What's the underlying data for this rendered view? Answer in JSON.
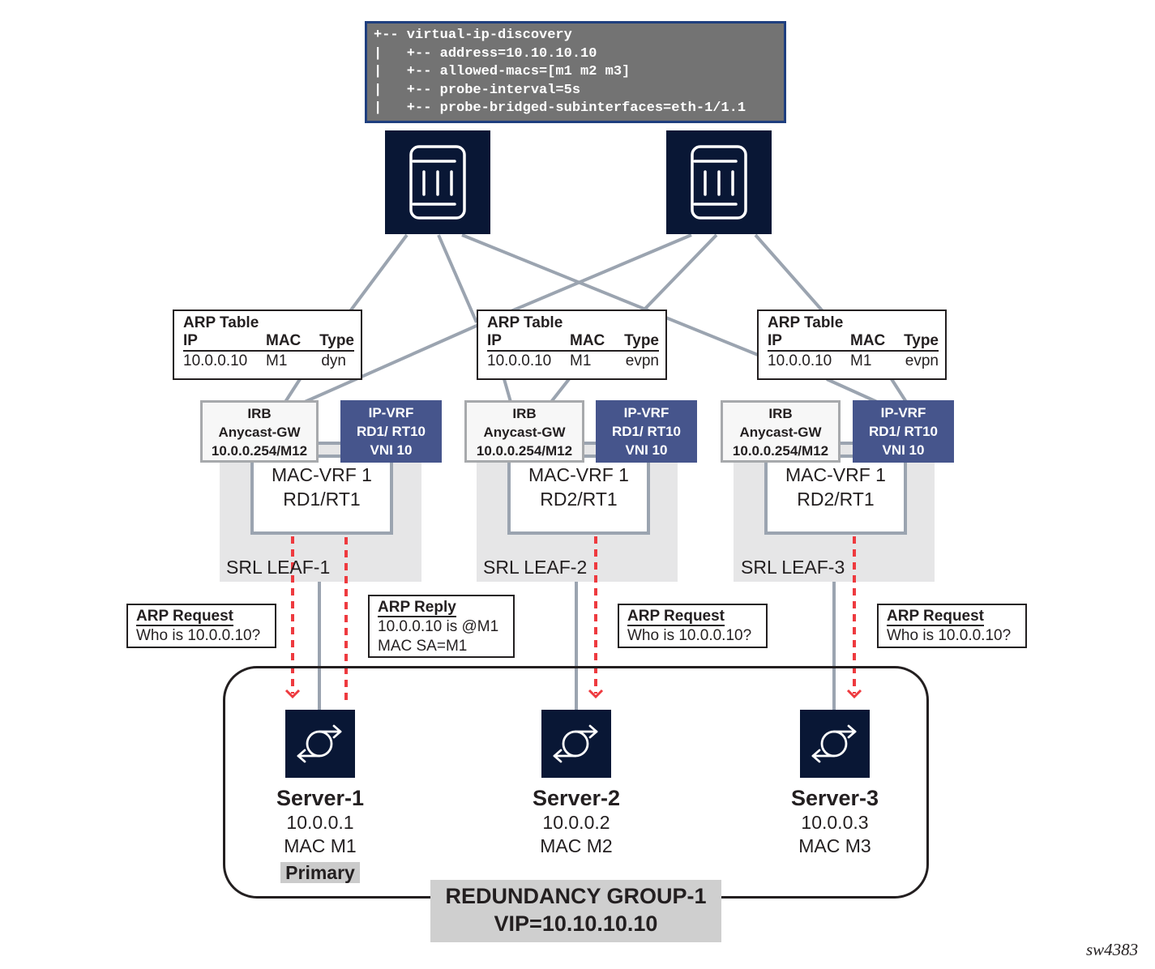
{
  "config": {
    "lines": [
      "+-- virtual-ip-discovery",
      "|   +-- address=10.10.10.10",
      "|   +-- allowed-macs=[m1 m2 m3]",
      "|   +-- probe-interval=5s",
      "|   +-- probe-bridged-subinterfaces=eth-1/1.1"
    ]
  },
  "spines": [
    {
      "icon": "spine-switch-icon"
    },
    {
      "icon": "spine-switch-icon"
    }
  ],
  "colors": {
    "navy": "#091735",
    "ipvrf_blue": "#46558c",
    "link_gray": "#9ba4b0",
    "arp_red": "#ee3a3f",
    "config_bg": "#737373",
    "config_border": "#1f3f7f"
  },
  "leaves": [
    {
      "label": "SRL LEAF-1",
      "arp_table": {
        "title": "ARP Table",
        "headers": [
          "IP",
          "MAC",
          "Type"
        ],
        "row": [
          "10.0.0.10",
          "M1",
          "dyn"
        ]
      },
      "irb": [
        "IRB",
        "Anycast-GW",
        "10.0.0.254/M12"
      ],
      "ip_vrf": [
        "IP-VRF",
        "RD1/ RT10",
        "VNI 10"
      ],
      "mac_vrf": [
        "MAC-VRF 1",
        "RD1/RT1"
      ]
    },
    {
      "label": "SRL LEAF-2",
      "arp_table": {
        "title": "ARP Table",
        "headers": [
          "IP",
          "MAC",
          "Type"
        ],
        "row": [
          "10.0.0.10",
          "M1",
          "evpn"
        ]
      },
      "irb": [
        "IRB",
        "Anycast-GW",
        "10.0.0.254/M12"
      ],
      "ip_vrf": [
        "IP-VRF",
        "RD1/ RT10",
        "VNI 10"
      ],
      "mac_vrf": [
        "MAC-VRF 1",
        "RD2/RT1"
      ]
    },
    {
      "label": "SRL LEAF-3",
      "arp_table": {
        "title": "ARP Table",
        "headers": [
          "IP",
          "MAC",
          "Type"
        ],
        "row": [
          "10.0.0.10",
          "M1",
          "evpn"
        ]
      },
      "irb": [
        "IRB",
        "Anycast-GW",
        "10.0.0.254/M12"
      ],
      "ip_vrf": [
        "IP-VRF",
        "RD1/ RT10",
        "VNI 10"
      ],
      "mac_vrf": [
        "MAC-VRF 1",
        "RD2/RT1"
      ]
    }
  ],
  "messages": [
    {
      "title": "ARP Request",
      "lines": [
        "Who is 10.0.0.10?"
      ]
    },
    {
      "title": "ARP Reply",
      "lines": [
        "10.0.0.10 is @M1",
        "MAC SA=M1"
      ]
    },
    {
      "title": "ARP Request",
      "lines": [
        "Who is 10.0.0.10?"
      ]
    },
    {
      "title": "ARP Request",
      "lines": [
        "Who is 10.0.0.10?"
      ]
    }
  ],
  "servers": [
    {
      "name": "Server-1",
      "ip": "10.0.0.1",
      "mac": "MAC M1",
      "role": "Primary"
    },
    {
      "name": "Server-2",
      "ip": "10.0.0.2",
      "mac": "MAC M2"
    },
    {
      "name": "Server-3",
      "ip": "10.0.0.3",
      "mac": "MAC M3"
    }
  ],
  "redundancy_group": {
    "name": "REDUNDANCY GROUP-1",
    "vip": "VIP=10.10.10.10"
  },
  "figure_id": "sw4383"
}
